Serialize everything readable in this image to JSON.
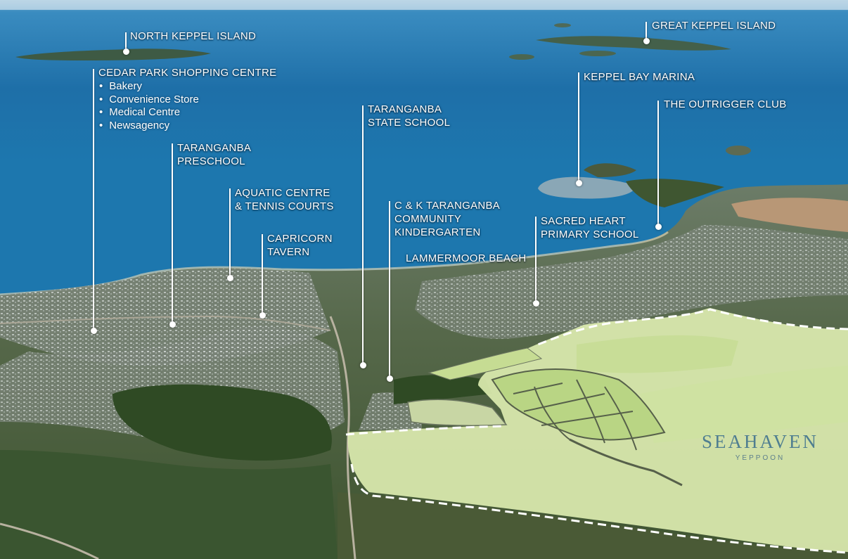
{
  "labels": {
    "north_keppel": "NORTH KEPPEL ISLAND",
    "great_keppel": "GREAT KEPPEL ISLAND",
    "cedar_park": "CEDAR PARK SHOPPING CENTRE",
    "cedar_park_items": [
      "Bakery",
      "Convenience Store",
      "Medical Centre",
      "Newsagency"
    ],
    "keppel_bay_marina": "KEPPEL BAY MARINA",
    "outrigger": "THE OUTRIGGER CLUB",
    "state_school": [
      "TARANGANBA",
      "STATE SCHOOL"
    ],
    "preschool": [
      "TARANGANBA",
      "PRESCHOOL"
    ],
    "aquatic": [
      "AQUATIC CENTRE",
      "& TENNIS COURTS"
    ],
    "tavern": [
      "CAPRICORN",
      "TAVERN"
    ],
    "kindergarten": [
      "C & K TARANGANBA",
      "COMMUNITY",
      "KINDERGARTEN"
    ],
    "sacred_heart": [
      "SACRED HEART",
      "PRIMARY SCHOOL"
    ],
    "lammermoor": "LAMMERMOOR BEACH"
  },
  "brand": {
    "name": "SEAHAVEN",
    "location": "YEPPOON"
  },
  "colors": {
    "ocean": "#1f6fa3",
    "land": "#4a6a3a",
    "development": "#d6e8a8",
    "boundary": "#ffffff"
  }
}
